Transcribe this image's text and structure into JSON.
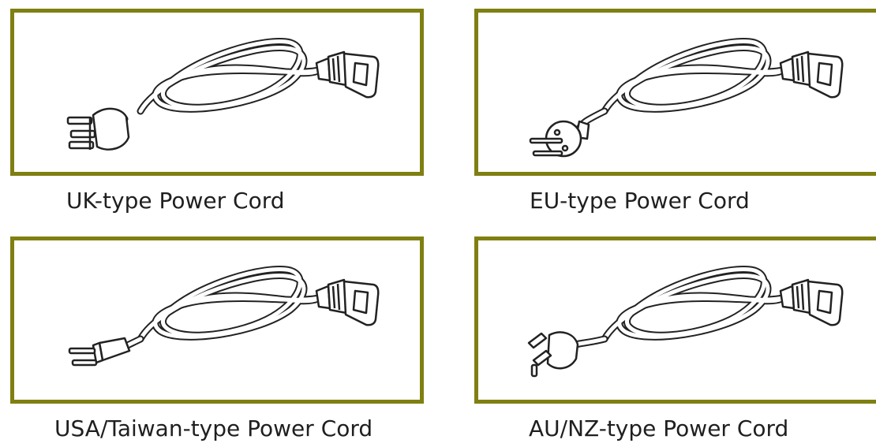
{
  "colors": {
    "frame_border": "#7f7f12",
    "text": "#1f1f1f",
    "line": "#222222"
  },
  "cords": [
    {
      "caption": "UK-type Power Cord",
      "plug_icon": "uk-plug-icon"
    },
    {
      "caption": "EU-type Power Cord",
      "plug_icon": "eu-plug-icon"
    },
    {
      "caption": "USA/Taiwan-type Power Cord",
      "plug_icon": "us-plug-icon"
    },
    {
      "caption": "AU/NZ-type Power Cord",
      "plug_icon": "au-plug-icon"
    }
  ]
}
